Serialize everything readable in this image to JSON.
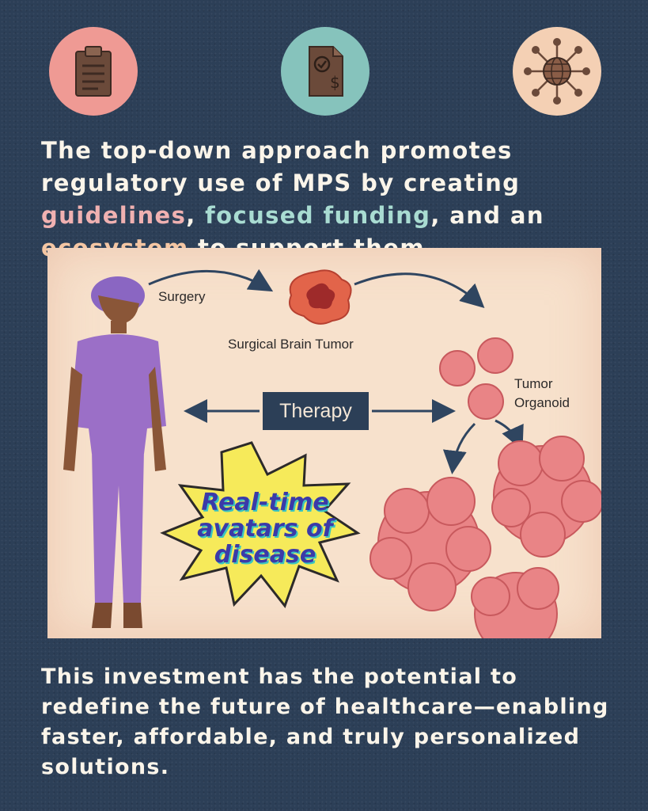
{
  "icons": [
    {
      "name": "clipboard-icon",
      "color": "#ef9a94"
    },
    {
      "name": "funding-document-icon",
      "color": "#86c3bc"
    },
    {
      "name": "network-globe-icon",
      "color": "#f4d0b4"
    }
  ],
  "headline": {
    "part1": "The top-down approach promotes regulatory use of MPS by creating ",
    "guidelines": "guidelines",
    "part2": ", ",
    "focused_funding": "focused funding",
    "part3": ", and an ",
    "ecosystem": "ecosystem",
    "part4": " to support them."
  },
  "diagram": {
    "surgery": "Surgery",
    "surgical_brain_tumor": "Surgical Brain Tumor",
    "tumor_organoid_line1": "Tumor",
    "tumor_organoid_line2": "Organoid",
    "therapy": "Therapy",
    "burst_line1": "Real-time",
    "burst_line2": "avatars of",
    "burst_line3": "disease"
  },
  "footer": {
    "text": "This investment has the potential to redefine the future of healthcare—enabling faster, affordable, and truly personalized solutions."
  },
  "colors": {
    "background": "#2c3f57",
    "panel": "#f7e1cc",
    "scrubs": "#9b6fc7",
    "tumor": "#e98486",
    "burst": "#f6ea5a",
    "burst_text": "#3b3aa8"
  }
}
